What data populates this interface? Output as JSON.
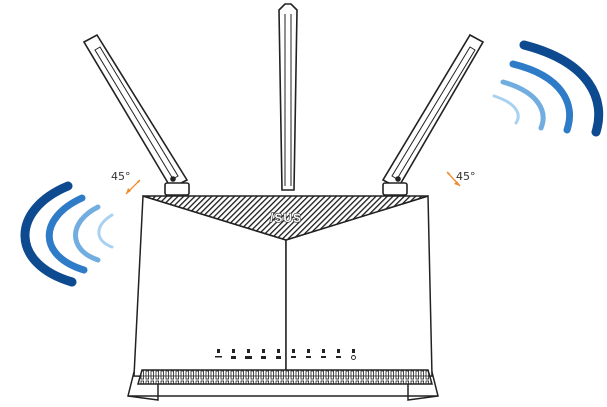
{
  "brand": {
    "logo": "/SUS"
  },
  "angles": {
    "left": "45°",
    "right": "45°"
  },
  "colors": {
    "wave_dark": "#0d4a90",
    "wave_mid": "#2e7bc8",
    "wave_light": "#72ade0",
    "wave_lightest": "#a9d1f0",
    "indicator_arrow": "#f08a2c",
    "outline": "#222222"
  },
  "icons": {
    "status_leds": [
      "power-icon",
      "wan-icon",
      "lan-icon",
      "lan-icon",
      "lan-icon",
      "wps-icon",
      "usb-icon",
      "wifi-24-icon",
      "wifi-5-icon",
      "internet-icon"
    ]
  }
}
